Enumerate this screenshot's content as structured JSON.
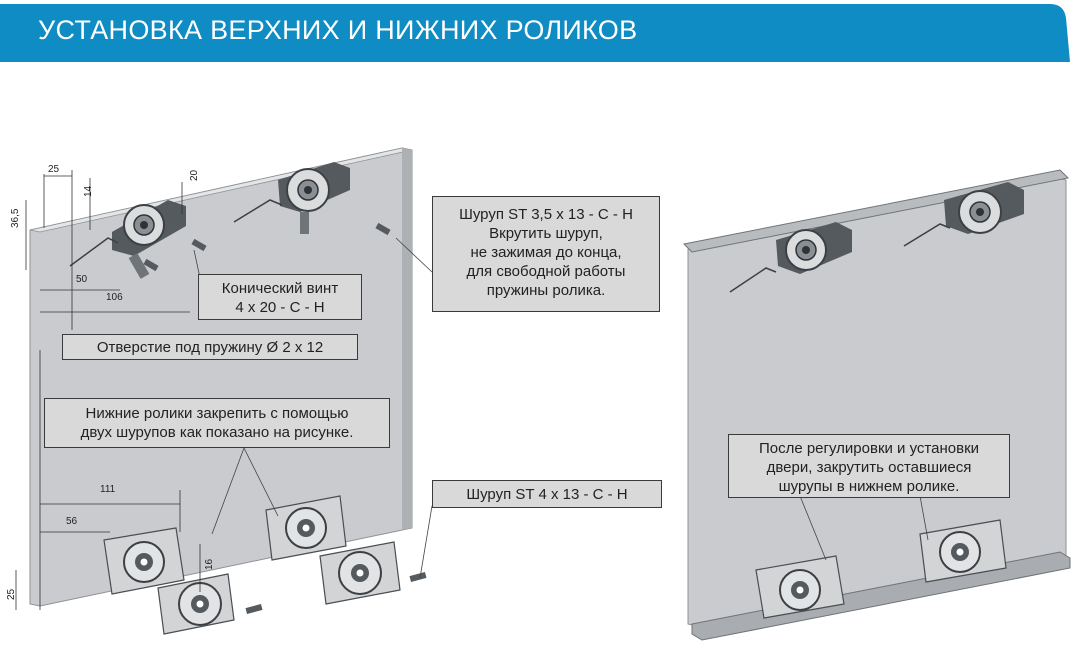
{
  "header": {
    "title": "УСТАНОВКА ВЕРХНИХ И НИЖНИХ РОЛИКОВ",
    "color": "#0f8cc4"
  },
  "callouts": {
    "screw_top": {
      "lines": [
        "Шуруп ST 3,5 x 13 - C - H",
        "Вкрутить шуруп,",
        "не зажимая до конца,",
        "для свободной работы",
        "пружины ролика."
      ]
    },
    "conic_screw": {
      "lines": [
        "Конический винт",
        "4 x 20 - C - H"
      ]
    },
    "spring_hole": {
      "lines": [
        "Отверстие под пружину Ø 2 x 12"
      ]
    },
    "bottom_rollers": {
      "lines": [
        "Нижние ролики закрепить с помощью",
        "двух шурупов как показано на рисунке."
      ]
    },
    "screw_bottom": {
      "lines": [
        "Шуруп ST 4 x 13 - C - H"
      ]
    },
    "after_adjust": {
      "lines": [
        "После регулировки и установки",
        "двери, закрутить оставшиеся",
        "шурупы в нижнем ролике."
      ]
    }
  },
  "dimensions": {
    "d25_top": "25",
    "d20": "20",
    "d14": "14",
    "d36_5": "36,5",
    "d50": "50",
    "d106": "106",
    "d111": "111",
    "d56": "56",
    "d16": "16",
    "d25_bottom": "25"
  },
  "colors": {
    "panel": "#c5c7ca",
    "panel_edge": "#9fa3a7",
    "callout_bg": "#d9d9d9"
  }
}
